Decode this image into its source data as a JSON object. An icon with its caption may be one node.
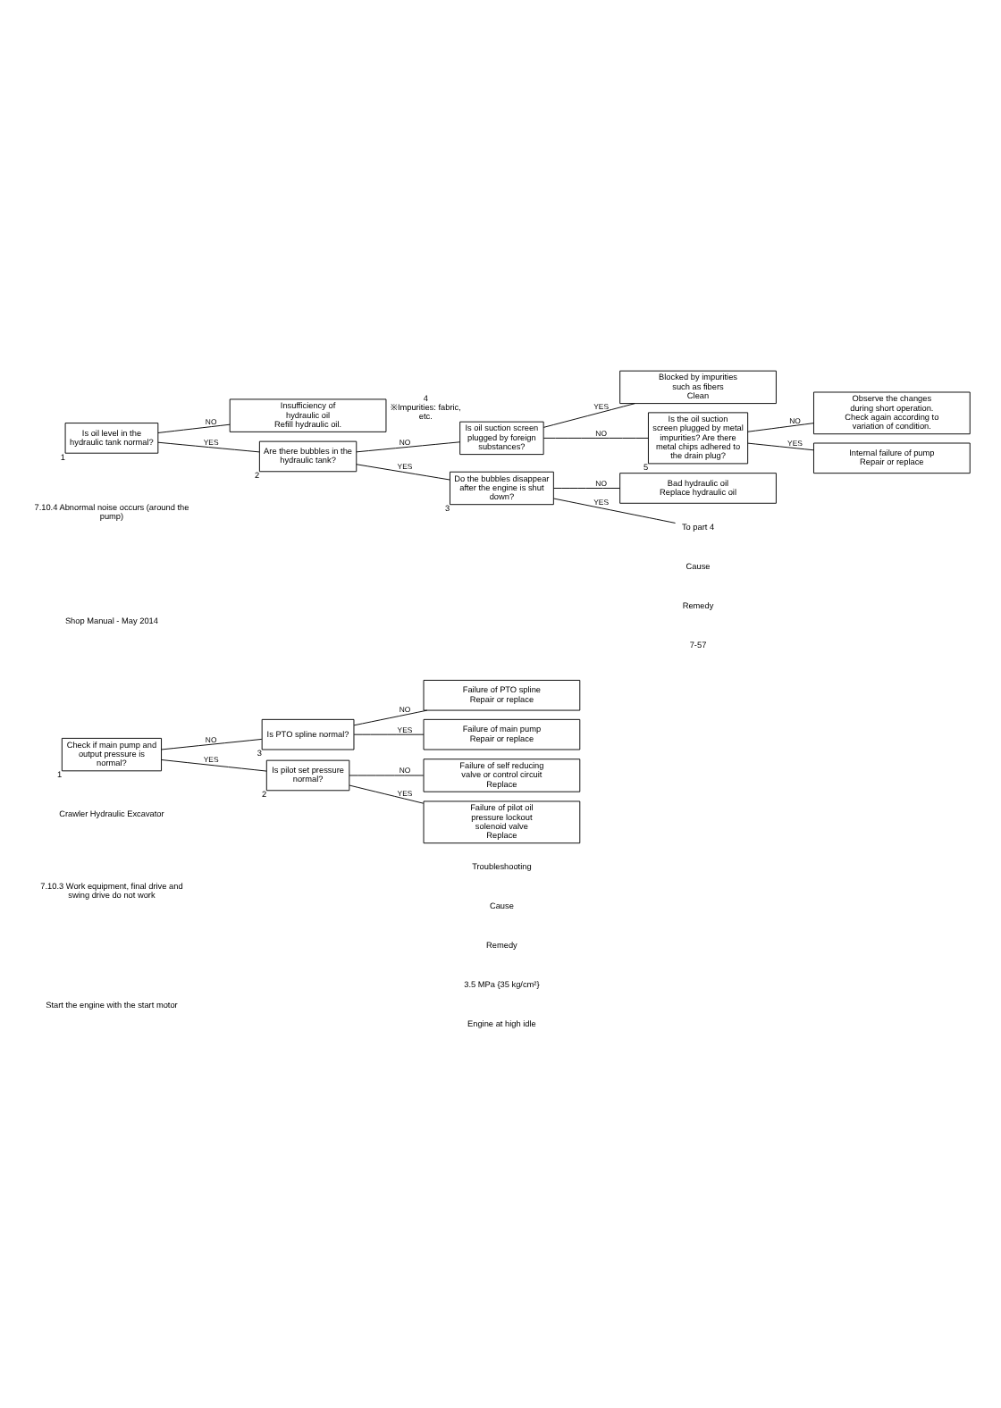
{
  "diagram": {
    "nodes": [
      {
        "text": [
          "Check if main pump and output pressure is normal?"
        ],
        "beside": [
          "1"
        ]
      },
      {
        "text": [
          "Is pilot set pressure normal?"
        ],
        "beside": [
          "2"
        ]
      },
      {
        "text": [
          "Is PTO spline normal?"
        ],
        "beside": [
          "3"
        ]
      },
      {
        "text": [
          "Failure of pilot oil pressure lockout solenoid valve",
          "Replace"
        ]
      },
      {
        "text": [
          "Failure of self reducing valve or control circuit",
          "Replace"
        ]
      },
      {
        "text": [
          "Failure of main pump",
          "Repair or replace"
        ]
      },
      {
        "text": [
          "Failure of PTO spline",
          "Repair or replace"
        ]
      },
      {
        "text": [
          "Is oil level in the hydraulic tank normal?"
        ],
        "beside": [
          "1"
        ]
      },
      {
        "text": [
          "Are there bubbles in the hydraulic tank?"
        ],
        "beside": [
          "2"
        ]
      },
      {
        "text": [
          "Do the bubbles disappear after the engine is shut down?"
        ],
        "beside": [
          "3"
        ]
      },
      {
        "text": [
          "Is oil suction screen plugged by foreign substances?"
        ],
        "beside": [
          "4",
          "※Impurities: fabric, etc."
        ]
      },
      {
        "text": [
          "Is the oil suction screen plugged by metal impurities? Are there metal chips adhered to the drain plug?"
        ],
        "beside": [
          "5"
        ]
      },
      {
        "text": [
          "To part 4"
        ]
      },
      {
        "text": [
          "Bad hydraulic oil",
          "Replace hydraulic oil"
        ]
      },
      {
        "text": [
          "Blocked by impurities such as fibers",
          "Clean"
        ]
      },
      {
        "text": [
          "Internal failure of pump",
          "Repair or replace"
        ]
      },
      {
        "text": [
          "Observe the changes during short operation.",
          "Check again according to variation of condition."
        ]
      },
      {
        "text": [
          "Insufficiency of hydraulic oil",
          "Refill hydraulic oil."
        ]
      }
    ],
    "edges": [
      {
        "from": 0,
        "to": 1,
        "arrow": "none",
        "label": "YES"
      },
      {
        "from": 0,
        "to": 2,
        "arrow": "none",
        "label": "NO"
      },
      {
        "from": 1,
        "to": 3,
        "arrow": "none",
        "label": "YES"
      },
      {
        "from": 1,
        "to": 4,
        "arrow": "none",
        "label": "NO"
      },
      {
        "from": 2,
        "to": 5,
        "arrow": "none",
        "label": "YES"
      },
      {
        "from": 2,
        "to": 6,
        "arrow": "none",
        "label": "NO"
      },
      {
        "from": 7,
        "to": 8,
        "arrow": "none",
        "label": "YES"
      },
      {
        "from": 7,
        "to": 17,
        "arrow": "none",
        "label": "NO"
      },
      {
        "from": 8,
        "to": 9,
        "arrow": "none",
        "label": "YES"
      },
      {
        "from": 8,
        "to": 10,
        "arrow": "none",
        "label": "NO"
      },
      {
        "from": 9,
        "to": 12,
        "arrow": "none",
        "label": "YES"
      },
      {
        "from": 9,
        "to": 13,
        "arrow": "none",
        "label": "NO"
      },
      {
        "from": 10,
        "to": 14,
        "arrow": "none",
        "label": "YES"
      },
      {
        "from": 10,
        "to": 11,
        "arrow": "none",
        "label": "NO"
      },
      {
        "from": 11,
        "to": 15,
        "arrow": "none",
        "label": "YES"
      },
      {
        "from": 11,
        "to": 16,
        "arrow": "none",
        "label": "NO"
      }
    ],
    "labels": [
      "Crawler Hydraulic Excavator",
      "Troubleshooting",
      "7.10.3 Work equipment, final drive and swing drive do not work",
      "Cause",
      "Remedy",
      "3.5 MPa {35 kg/cm²}",
      "Engine at high idle",
      "Start the engine with the start motor",
      "7.10.4 Abnormal noise occurs (around the pump)",
      "Cause",
      "Remedy",
      "Shop Manual - May 2014",
      "7-57"
    ]
  }
}
